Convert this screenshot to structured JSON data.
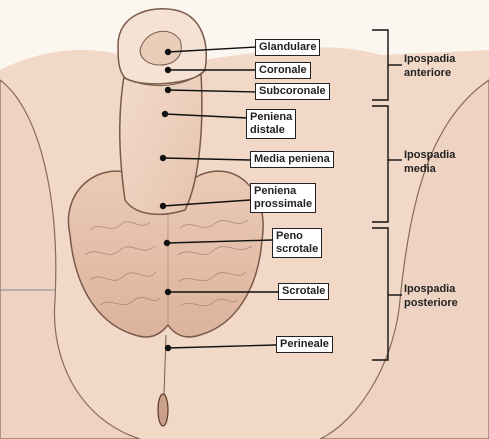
{
  "labels": {
    "glandulare": "Glandulare",
    "coronale": "Coronale",
    "subcoronale": "Subcoronale",
    "peniena_distale_l1": "Peniena",
    "peniena_distale_l2": "distale",
    "media_peniena": "Media peniena",
    "peniena_prossimale_l1": "Peniena",
    "peniena_prossimale_l2": "prossimale",
    "peno_scrotale_l1": "Peno",
    "peno_scrotale_l2": "scrotale",
    "scrotale": "Scrotale",
    "perineale": "Perineale"
  },
  "groups": {
    "anteriore_l1": "Ipospadia",
    "anteriore_l2": "anteriore",
    "media_l1": "Ipospadia",
    "media_l2": "media",
    "posteriore_l1": "Ipospadia",
    "posteriore_l2": "posteriore"
  }
}
